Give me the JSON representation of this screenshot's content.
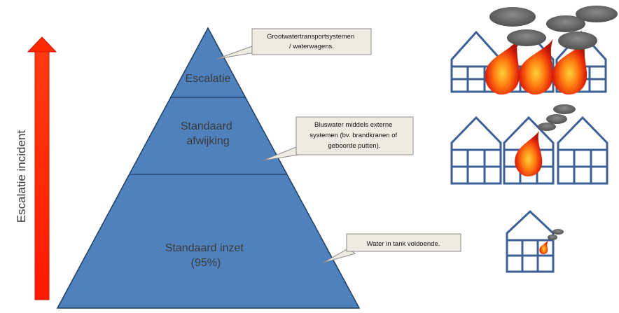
{
  "axis": {
    "label": "Escalatie incident"
  },
  "levels": [
    {
      "lines": [
        "Escalatie"
      ]
    },
    {
      "lines": [
        "Standaard",
        "afwijking"
      ]
    },
    {
      "lines": [
        "Standaard inzet",
        "(95%)"
      ]
    }
  ],
  "callouts": [
    {
      "lines": [
        "Grootwatertransportsystemen",
        "/ waterwagens."
      ]
    },
    {
      "lines": [
        "Bluswater middels externe",
        "systemen (bv. brandkranen of",
        "geboorde putten)."
      ]
    },
    {
      "lines": [
        "Water in tank voldoende."
      ]
    }
  ],
  "colors": {
    "pyramid_fill": "#4f81bd",
    "pyramid_stroke": "#1f3f66",
    "arrow": "#ff2a00",
    "house_stroke": "#3d5f95",
    "callout_fill": "#eeece1",
    "smoke": "#666666"
  },
  "icons": {
    "top_row": "three-houses-on-fire-icon",
    "middle_row": "three-houses-one-burning-icon",
    "bottom_row": "house-small-fire-icon"
  }
}
